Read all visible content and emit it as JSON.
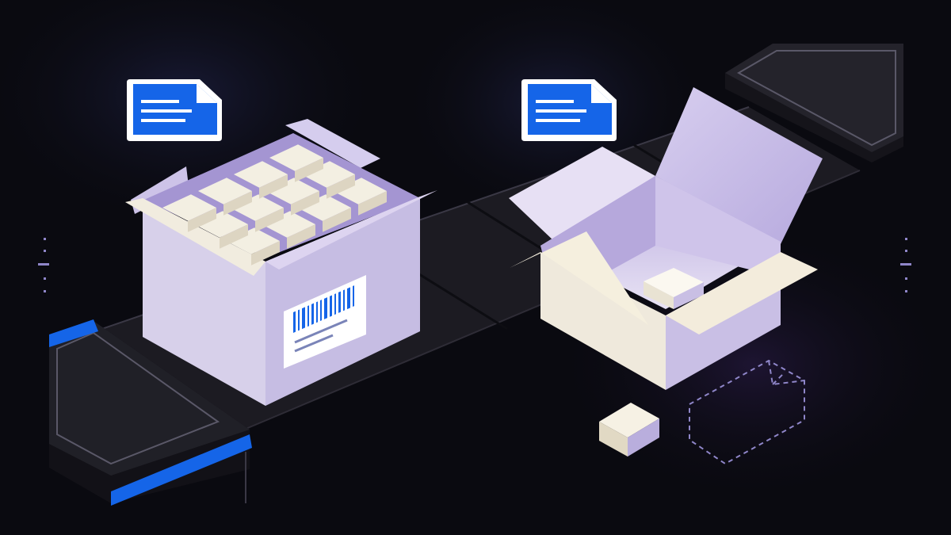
{
  "colors": {
    "background": "#0a0a10",
    "belt": "#1c1b22",
    "belt_edge": "#2e2c36",
    "platform": "#202027",
    "platform_outline": "#5a5868",
    "accent_blue": "#1565e8",
    "box_light": "#f3efe2",
    "box_lavender": "#c7bde3",
    "box_shadow": "#9a8cc9",
    "dashed_outline": "#8f86c9",
    "dot_marker": "#8f86c9"
  },
  "icons": {
    "document": "document-icon",
    "barcode": "barcode-icon"
  },
  "elements": {
    "full_box_cells": 12,
    "open_box_contents": 1,
    "loose_cubes": 1,
    "missing_item_placeholder": 1
  }
}
